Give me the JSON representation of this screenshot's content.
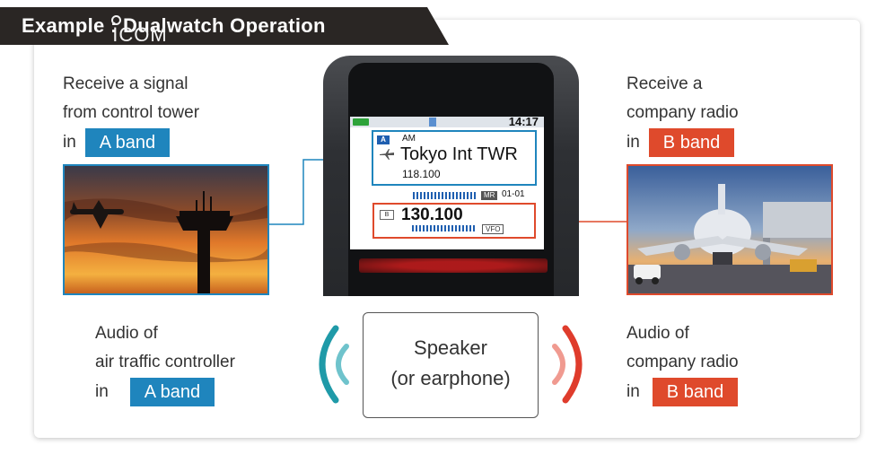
{
  "title": "Example : Dualwatch Operation",
  "left_top": {
    "line1": "Receive a signal",
    "line2": "from control tower",
    "line3": "in",
    "band": "A band"
  },
  "right_top": {
    "line1": "Receive a",
    "line2": "company radio",
    "line3": "in",
    "band": "B band"
  },
  "radio": {
    "logo": "ICOM",
    "time": "14:17",
    "a_tag": "A",
    "a_mode": "AM",
    "a_name": "Tokyo Int TWR",
    "a_freq": "118.100",
    "mr_tag": "MR",
    "channel": "01-01",
    "b_tag": "B",
    "b_freq": "130.100",
    "vfo_tag": "VFO"
  },
  "left_bottom": {
    "line1": "Audio of",
    "line2": "air traffic controller",
    "line3": "in",
    "band": "A band"
  },
  "speaker": {
    "line1": "Speaker",
    "line2": "(or earphone)"
  },
  "right_bottom": {
    "line1": "Audio of",
    "line2": "company radio",
    "line3": "in",
    "band": "B band"
  },
  "colors": {
    "band_a": "#1f85bd",
    "band_b": "#df4a2c",
    "banner": "#2a2624"
  }
}
